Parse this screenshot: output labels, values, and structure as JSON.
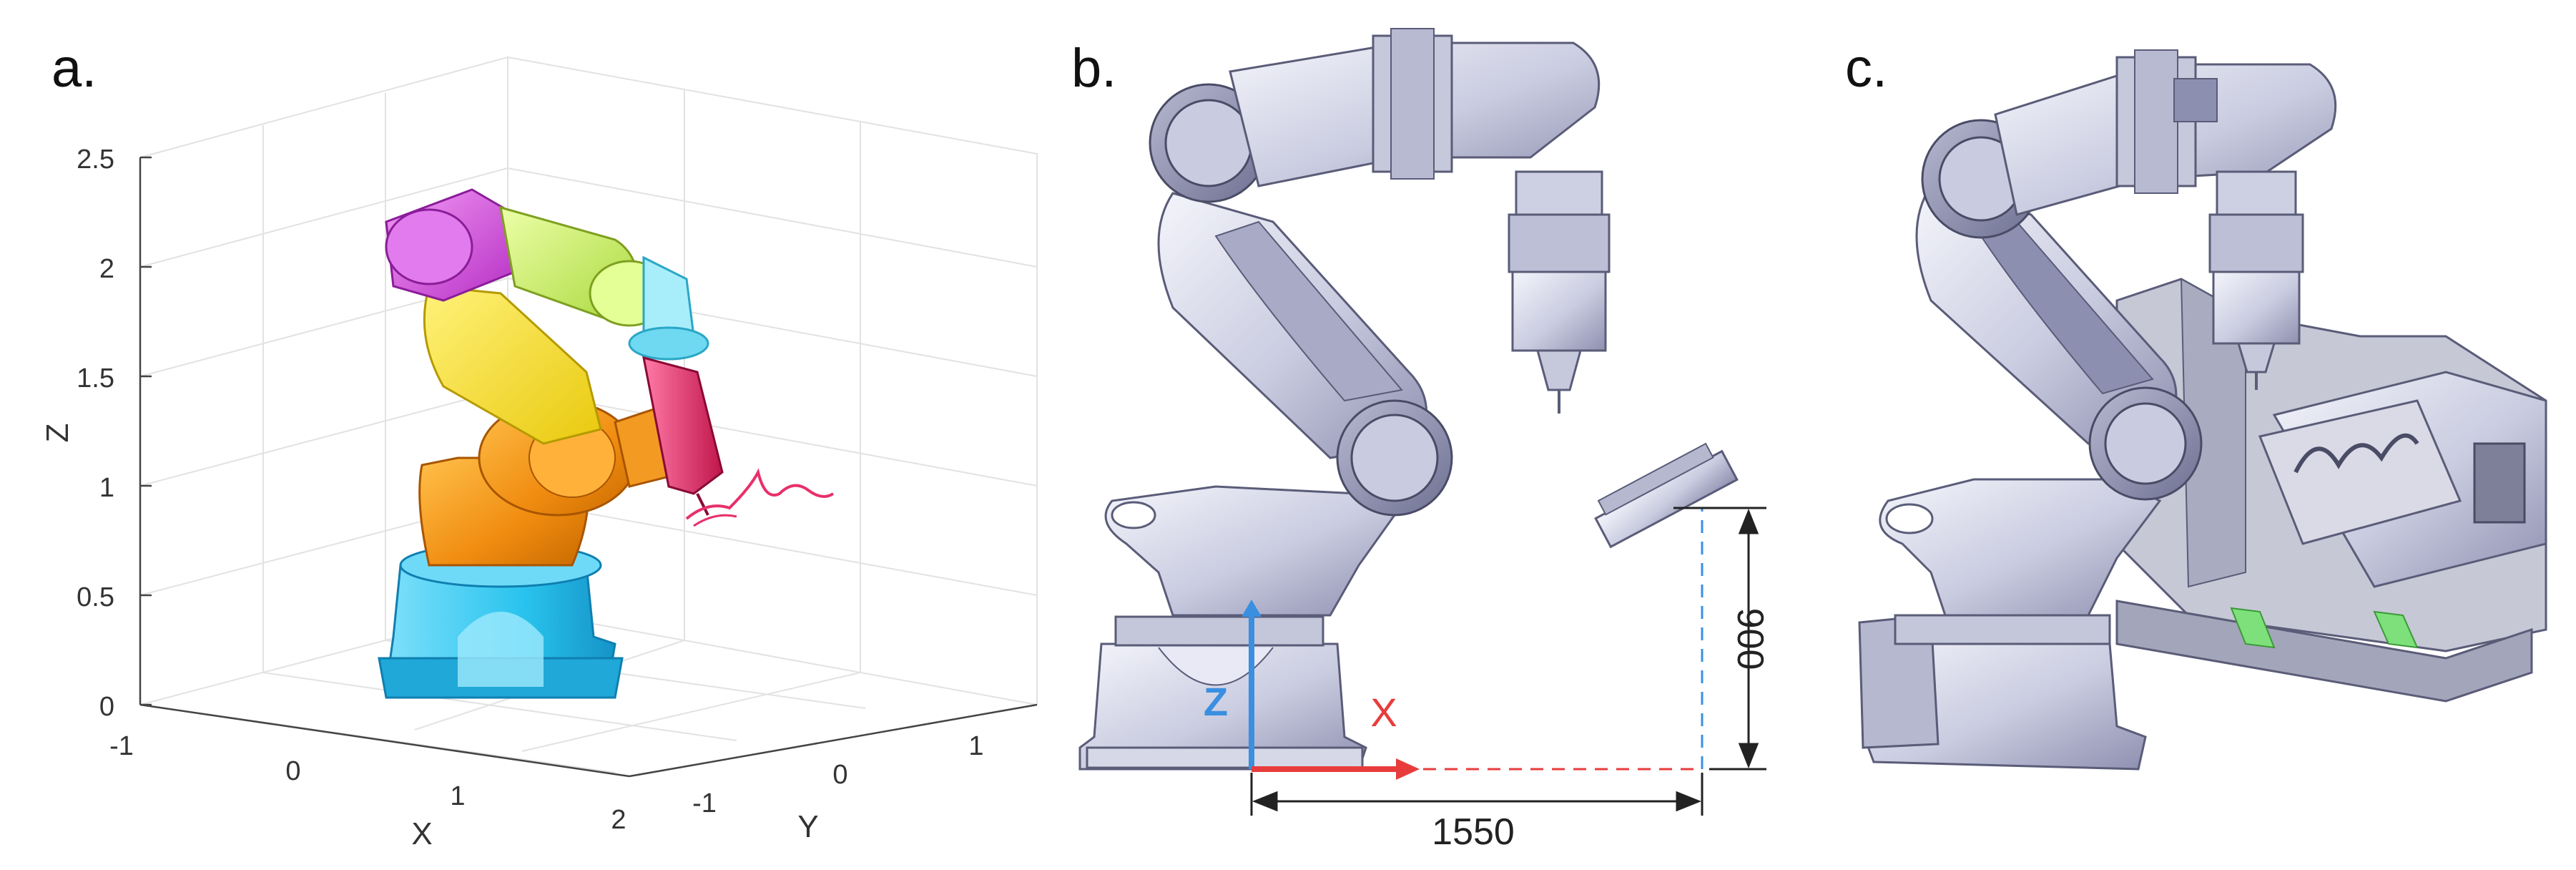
{
  "panels": {
    "a": {
      "label": "a.",
      "z_axis_label": "Z",
      "x_axis_label": "X",
      "y_axis_label": "Y",
      "z_ticks": [
        "0",
        "0.5",
        "1",
        "1.5",
        "2",
        "2.5"
      ],
      "x_ticks": [
        "-1",
        "0",
        "1",
        "2"
      ],
      "y_ticks": [
        "-1",
        "0",
        "1"
      ],
      "link_colors": {
        "base": "#29c3ee",
        "shoulder": "#f08c10",
        "upper_arm": "#f7e21c",
        "elbow": "#d94fe3",
        "forearm": "#c9f25a",
        "wrist": "#7fe3f5",
        "tool": "#e8306a",
        "path": "#e8306a"
      }
    },
    "b": {
      "label": "b.",
      "z_label": "Z",
      "x_label": "X",
      "dim_horizontal": "1550",
      "dim_vertical": "900",
      "z_color": "#3a8fe0",
      "x_color": "#e83c3c"
    },
    "c": {
      "label": "c.",
      "pad_color": "#7ee07a"
    }
  }
}
